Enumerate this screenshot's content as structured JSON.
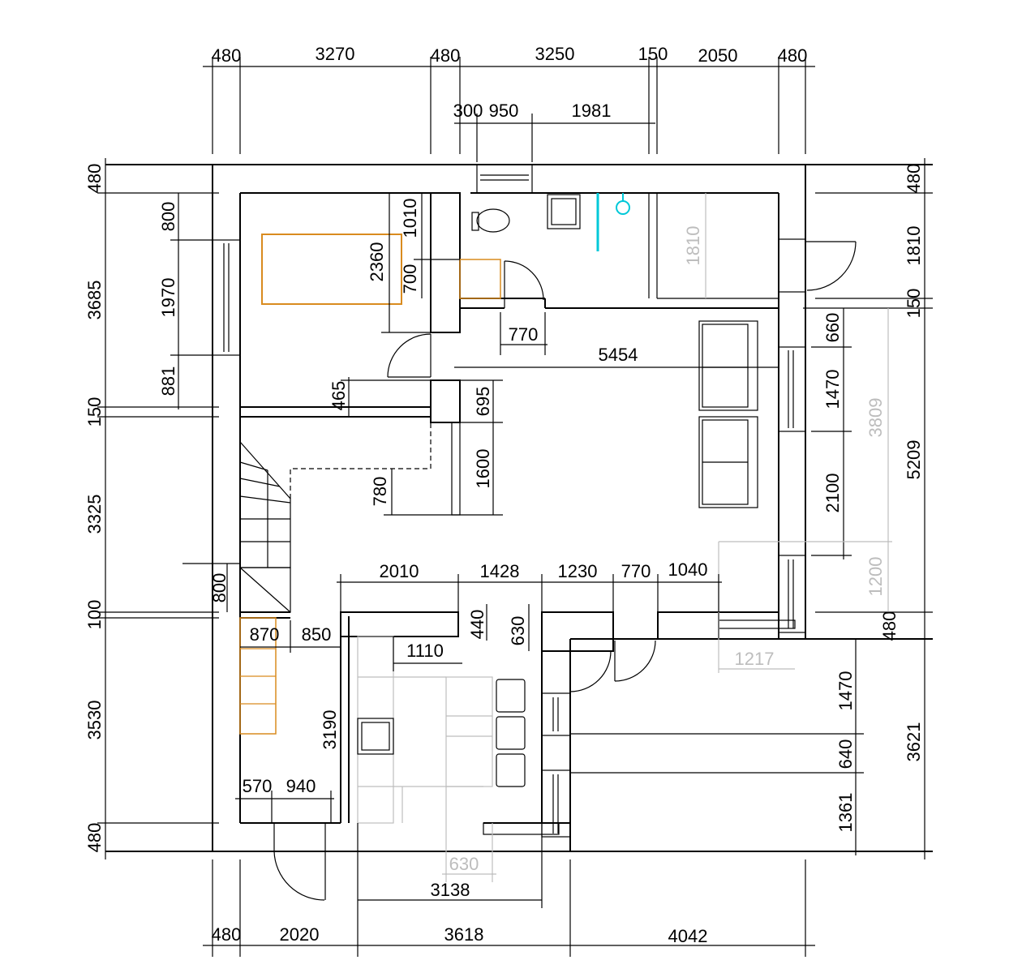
{
  "colors": {
    "line": "#000000",
    "furniture_grey": "#bdbdbd",
    "accent_orange": "#d98b1f",
    "accent_cyan": "#00c8d8"
  },
  "dims": {
    "top_480a": "480",
    "top_3270": "3270",
    "top_480b": "480",
    "top_3250": "3250",
    "top_150": "150",
    "top_2050": "2050",
    "top_480c": "480",
    "top_300": "300",
    "top_950": "950",
    "top_1981": "1981",
    "left_480a": "480",
    "left_3685": "3685",
    "left_800": "800",
    "left_1970": "1970",
    "left_881": "881",
    "left_150": "150",
    "left_3325": "3325",
    "left_800b": "800",
    "left_100": "100",
    "left_3530": "3530",
    "left_480b": "480",
    "bed_2360": "2360",
    "bed_1010": "1010",
    "bed_700": "700",
    "door_770": "770",
    "hall_5454": "5454",
    "hall_465": "465",
    "hall_695": "695",
    "hall_1600": "1600",
    "hall_780": "780",
    "right_480a": "480",
    "right_1810": "1810",
    "right_1810g": "1810",
    "right_150": "150",
    "right_660": "660",
    "right_1470": "1470",
    "right_3809": "3809",
    "right_5209": "5209",
    "right_2100": "2100",
    "right_1200": "1200",
    "right_480b": "480",
    "right_1217": "1217",
    "row_2010": "2010",
    "row_1428": "1428",
    "row_1230": "1230",
    "row_770": "770",
    "row_1040": "1040",
    "k_440": "440",
    "k_630": "630",
    "k_870": "870",
    "k_850": "850",
    "k_1110": "1110",
    "k_3190": "3190",
    "k_570": "570",
    "k_940": "940",
    "k_630g": "630",
    "k_3138": "3138",
    "r_1470": "1470",
    "r_640": "640",
    "r_1361": "1361",
    "r_3621": "3621",
    "bot_480": "480",
    "bot_2020": "2020",
    "bot_3618": "3618",
    "bot_4042": "4042"
  }
}
